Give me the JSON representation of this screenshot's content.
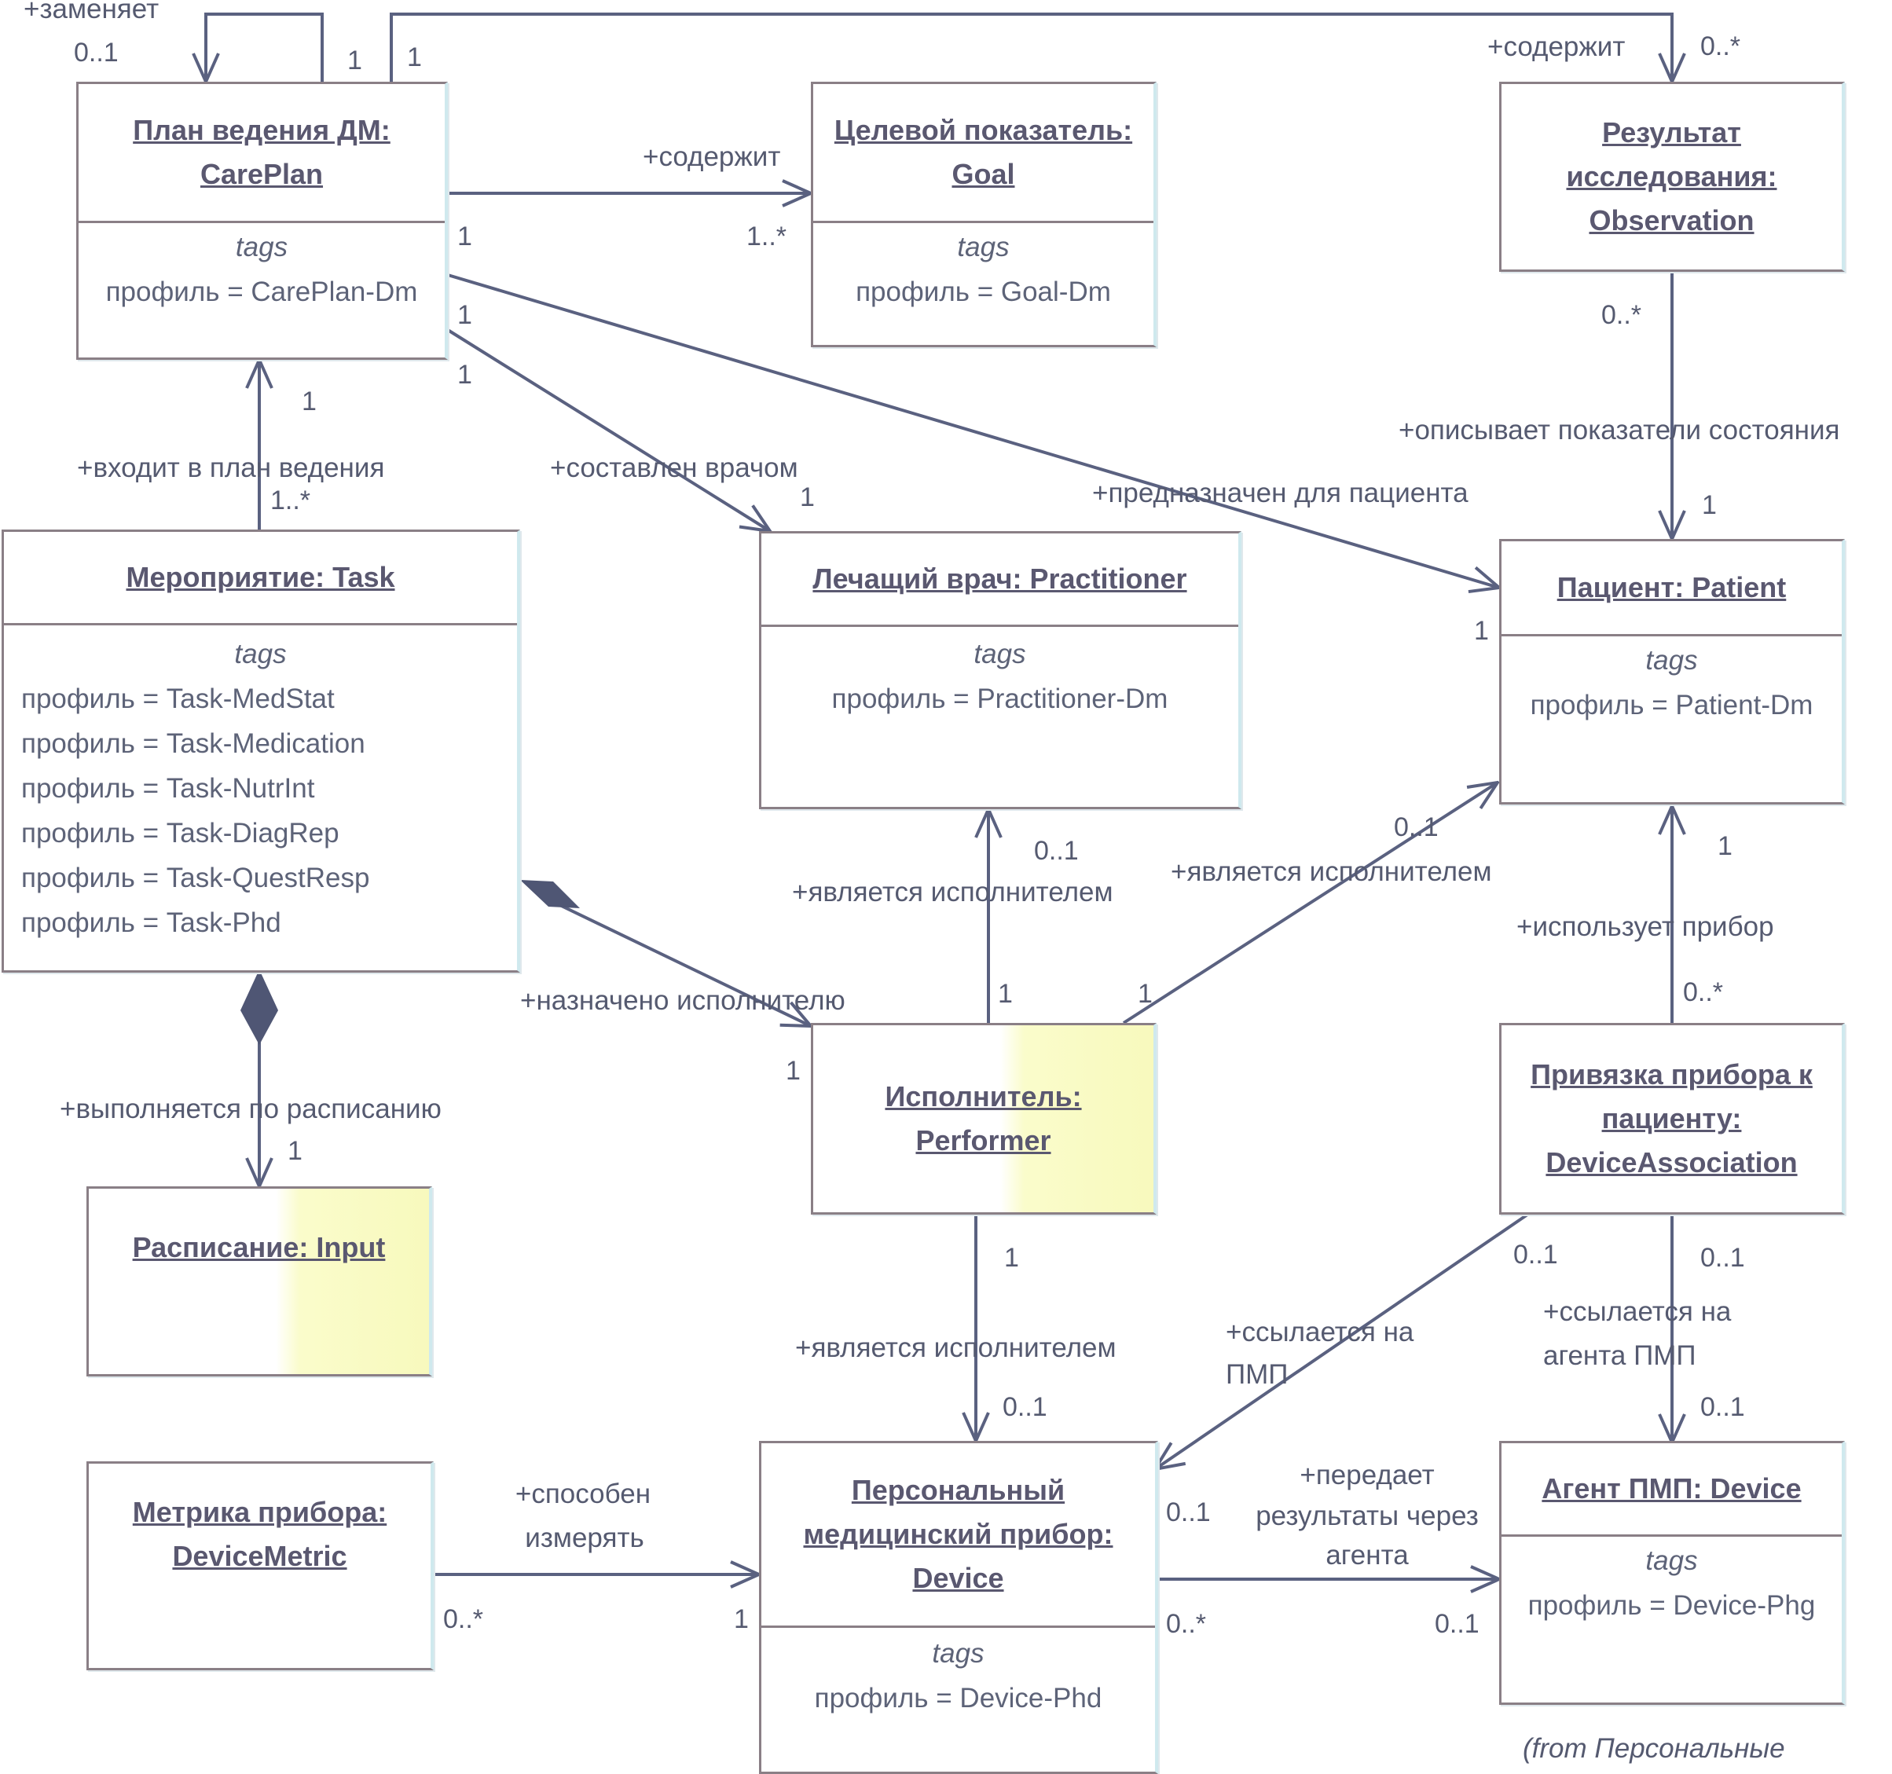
{
  "classes": {
    "careplan": {
      "title_line1": "План ведения ДМ:",
      "title_line2": "CarePlan",
      "tags_label": "tags",
      "tags": [
        "профиль = CarePlan-Dm"
      ]
    },
    "goal": {
      "title_line1": "Целевой показатель:",
      "title_line2": "Goal",
      "tags_label": "tags",
      "tags": [
        "профиль = Goal-Dm"
      ]
    },
    "observation": {
      "title_line1": "Результат",
      "title_line2": "исследования:",
      "title_line3": "Observation"
    },
    "task": {
      "title": "Мероприятие: Task",
      "tags_label": "tags",
      "tags": [
        "профиль = Task-MedStat",
        "профиль = Task-Medication",
        "профиль = Task-NutrInt",
        "профиль = Task-DiagRep",
        "профиль = Task-QuestResp",
        "профиль = Task-Phd"
      ]
    },
    "practitioner": {
      "title": "Лечащий врач: Practitioner",
      "tags_label": "tags",
      "tags": [
        "профиль = Practitioner-Dm"
      ]
    },
    "patient": {
      "title": "Пациент: Patient",
      "tags_label": "tags",
      "tags": [
        "профиль = Patient-Dm"
      ]
    },
    "input": {
      "title": "Расписание: Input"
    },
    "performer": {
      "title_line1": "Исполнитель:",
      "title_line2": "Performer"
    },
    "deviceassociation": {
      "title_line1": "Привязка прибора к",
      "title_line2": "пациенту:",
      "title_line3": "DeviceAssociation"
    },
    "devicemetric": {
      "title_line1": "Метрика прибора:",
      "title_line2": "DeviceMetric"
    },
    "device": {
      "title_line1": "Персональный",
      "title_line2": "медицинский прибор:",
      "title_line3": "Device",
      "tags_label": "tags",
      "tags": [
        "профиль = Device-Phd"
      ]
    },
    "agent": {
      "title": "Агент ПМП: Device",
      "tags_label": "tags",
      "tags": [
        "профиль = Device-Phg"
      ]
    }
  },
  "associations": {
    "replaces": "+заменяет",
    "careplan_contains_goal": "+содержит",
    "contains_observation": "+содержит",
    "describes_state": "+описывает показатели состояния",
    "in_careplan": "+входит в план ведения",
    "composed_by_doctor": "+составлен врачом",
    "intended_for_patient": "+предназначен для пациента",
    "is_performer_practitioner": "+является исполнителем",
    "is_performer_patient": "+является исполнителем",
    "uses_device": "+использует прибор",
    "assigned_to_performer": "+назначено исполнителю",
    "scheduled": "+выполняется по расписанию",
    "is_performer_device": "+является исполнителем",
    "refers_pmp_1": "+ссылается на",
    "refers_pmp_2": "ПМП",
    "refers_agent_1": "+ссылается на",
    "refers_agent_2": "агента ПМП",
    "can_measure_1": "+способен",
    "can_measure_2": "измерять",
    "transmits_1": "+передает",
    "transmits_2": "результаты через",
    "transmits_3": "агента"
  },
  "multiplicities": {
    "replaces_src": "0..1",
    "replaces_a": "1",
    "replaces_b": "1",
    "obs_target": "0..*",
    "careplan_goal_src": "1",
    "careplan_goal_tgt": "1..*",
    "careplan_patient_src": "1",
    "careplan_doctor_src": "1",
    "obs_src": "0..*",
    "obs_patient_tgt": "1",
    "careplan_task": "1",
    "task_careplan": "1..*",
    "doctor_tgt": "1",
    "patient_left": "1",
    "perf_pract_tgt": "0..1",
    "perf_patient_tgt": "0..1",
    "patient_uses": "1",
    "uses_src": "0..*",
    "perf_pract_src": "1",
    "perf_patient_src": "1",
    "perf_task": "1",
    "schedule_tgt": "1",
    "perf_device_src": "1",
    "perf_device_tgt": "0..1",
    "assoc_pmp": "0..1",
    "assoc_agent": "0..1",
    "agent_tgt": "0..1",
    "device_agent_src": "0..1",
    "device_agent_src2": "0..*",
    "agent_in": "0..1",
    "metric_src": "0..*",
    "metric_tgt": "1"
  },
  "footer": "(from Персональные"
}
